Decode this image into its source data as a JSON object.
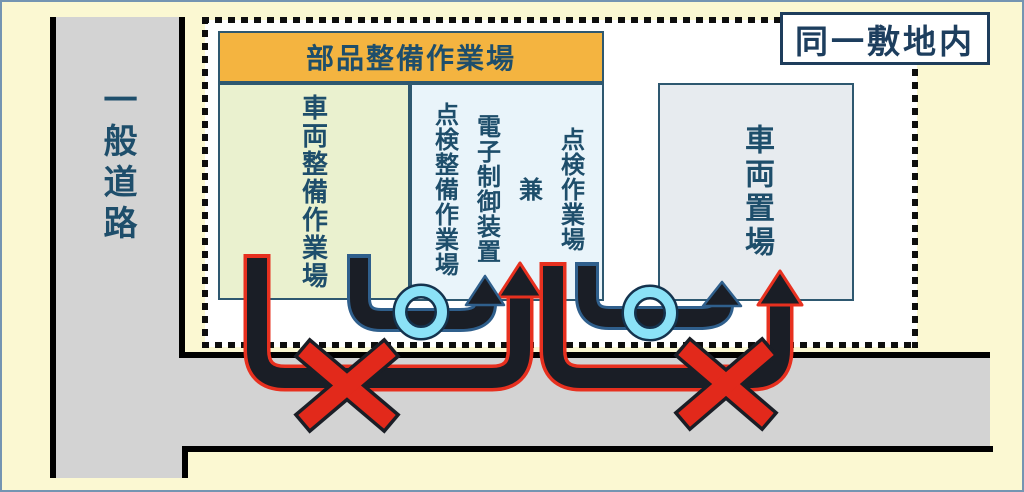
{
  "frame": {
    "background_color": "#FBF8D2",
    "border_color": "#7495B2"
  },
  "public_road": {
    "label": "一般道路",
    "surface_color": "#D3D3D3"
  },
  "site_boundary": {
    "label": "同一敷地内"
  },
  "facility": {
    "parts_workshop": {
      "label": "部品整備作業場",
      "fill": "#F4B440"
    },
    "vehicle_workshop": {
      "label": "車両整備作業場",
      "fill": "#EAF1CF"
    },
    "inspection_workshop": {
      "fill": "#E9F4FA",
      "columns": [
        "点検作業場",
        "兼",
        "電子制御装置",
        "点検整備作業場"
      ]
    },
    "vehicle_storage": {
      "label": "車両置場",
      "fill": "#E7EBEF"
    }
  },
  "routes": {
    "arrow_color": "#1A1E26",
    "allowed_outline_color": "#2F5F8C",
    "allowed_mark": "circle",
    "allowed_mark_color": "#8BE2F7",
    "prohibited_outline_color": "#E7301F",
    "prohibited_mark": "cross",
    "prohibited_mark_color": "#E2291B"
  }
}
